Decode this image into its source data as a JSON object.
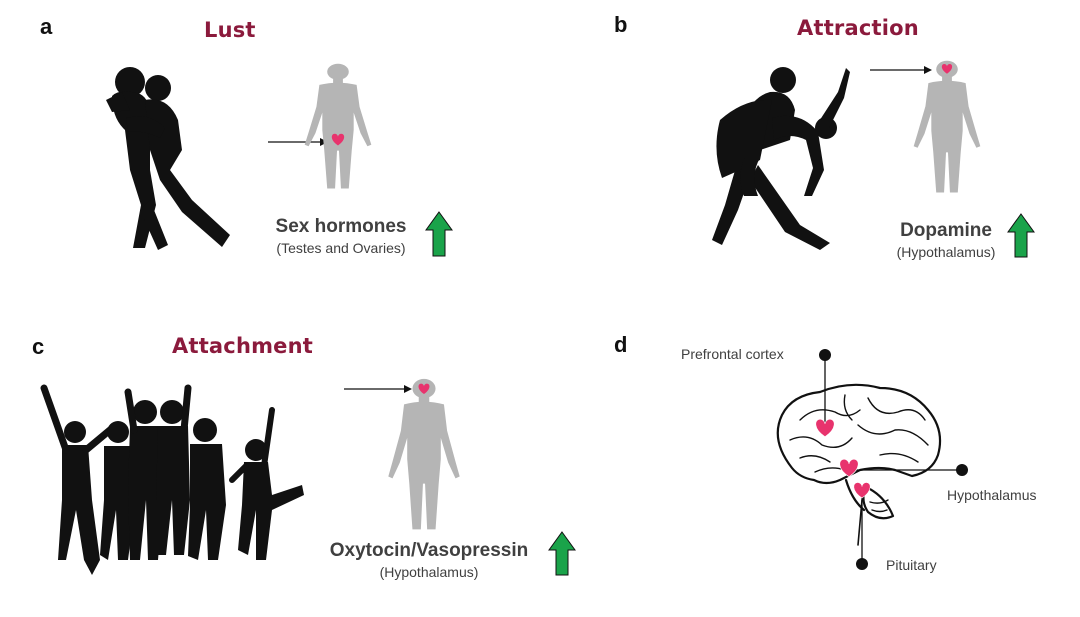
{
  "panels": {
    "a": {
      "letter": "a",
      "title": "Lust",
      "hormone": "Sex hormones",
      "source": "(Testes and Ovaries)"
    },
    "b": {
      "letter": "b",
      "title": "Attraction",
      "hormone": "Dopamine",
      "source": "(Hypothalamus)"
    },
    "c": {
      "letter": "c",
      "title": "Attachment",
      "hormone": "Oxytocin/Vasopressin",
      "source": "(Hypothalamus)"
    },
    "d": {
      "letter": "d",
      "regions": [
        "Prefrontal cortex",
        "Hypothalamus",
        "Pituitary"
      ]
    }
  },
  "colors": {
    "title": "#8b1a3c",
    "arrow_up": "#1aa34a",
    "heart": "#e8336d",
    "silhouette": "#111111",
    "body": "#b5b5b5"
  },
  "icons": [
    "couple-silhouette-icon",
    "dancing-couple-silhouette-icon",
    "group-silhouette-icon",
    "human-body-icon",
    "heart-icon",
    "up-arrow-icon",
    "brain-icon"
  ]
}
